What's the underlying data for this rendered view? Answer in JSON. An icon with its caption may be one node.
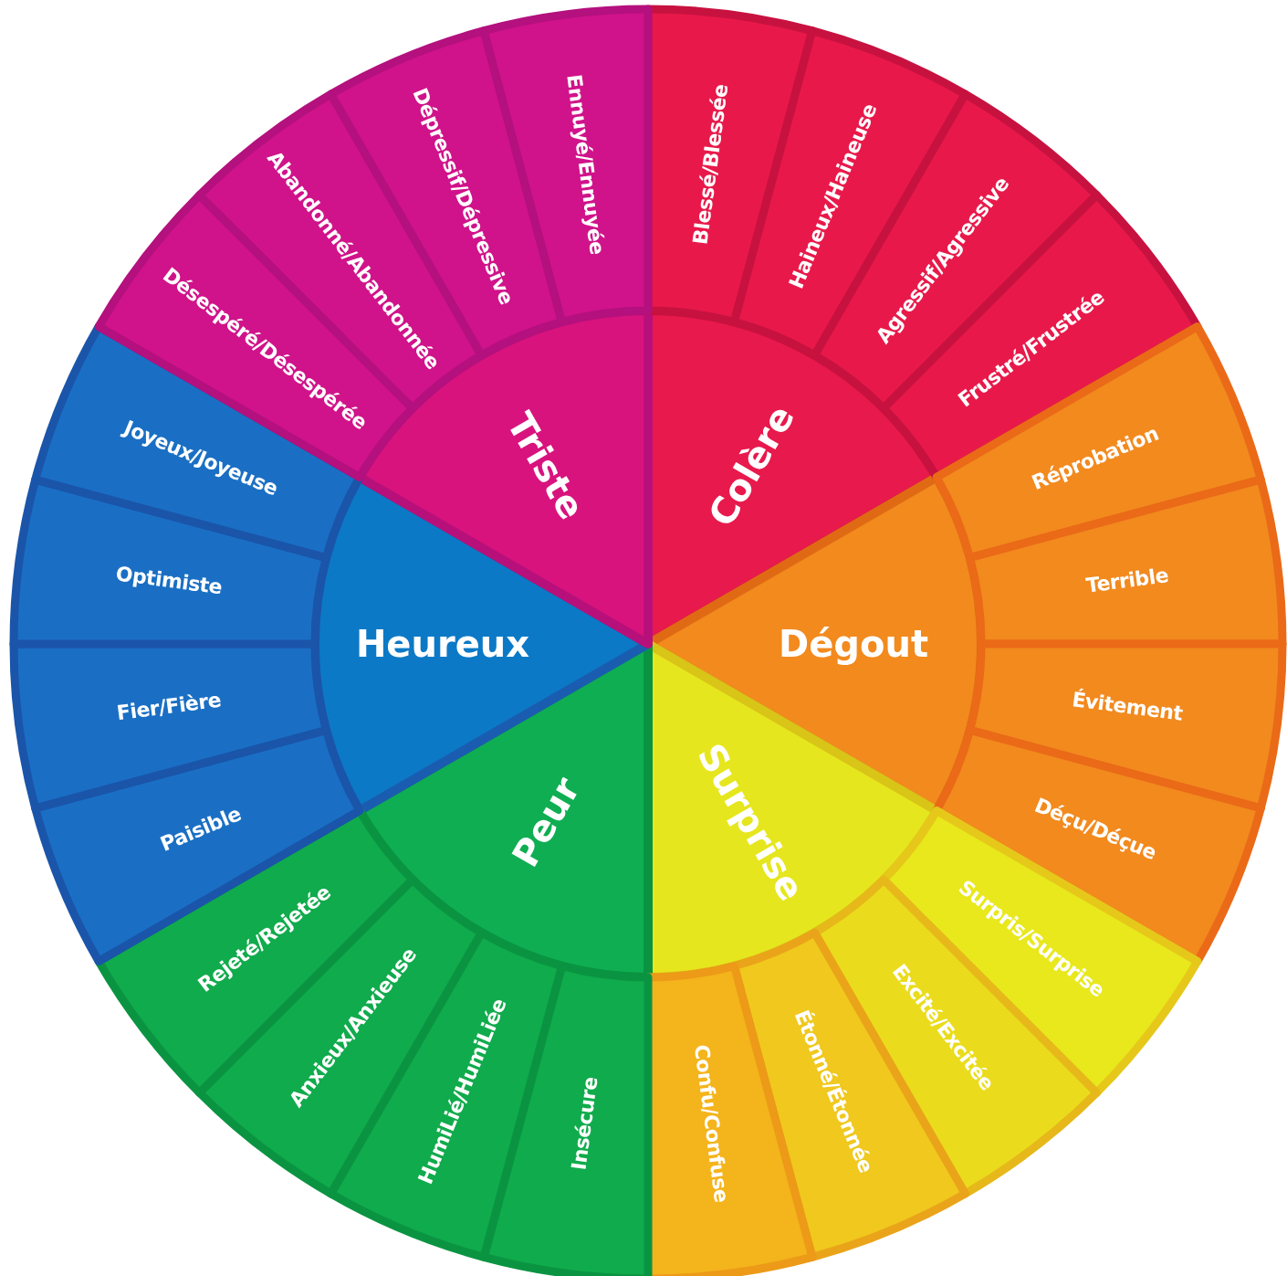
{
  "diagram": {
    "nodes": [
      {
        "text": [
          "Colère"
        ]
      },
      {
        "text": [
          "Dégout"
        ]
      },
      {
        "text": [
          "Surprise"
        ]
      },
      {
        "text": [
          "Peur"
        ]
      },
      {
        "text": [
          "Heureux"
        ]
      },
      {
        "text": [
          "Triste"
        ]
      },
      {
        "text": [
          "Blessé/Blessée"
        ]
      },
      {
        "text": [
          "Haineux/Haineuse"
        ]
      },
      {
        "text": [
          "Agressif/Agressive"
        ]
      },
      {
        "text": [
          "Frustré/Frustrée"
        ]
      },
      {
        "text": [
          "Réprobation"
        ]
      },
      {
        "text": [
          "Terrible"
        ]
      },
      {
        "text": [
          "Évitement"
        ]
      },
      {
        "text": [
          "Déçu/Déçue"
        ]
      },
      {
        "text": [
          "Surpris/Surprise"
        ]
      },
      {
        "text": [
          "Excité/Excitée"
        ]
      },
      {
        "text": [
          "Étonné/Étonnée"
        ]
      },
      {
        "text": [
          "Confu/Confuse"
        ]
      },
      {
        "text": [
          "Insécure"
        ]
      },
      {
        "text": [
          "HumiLié/HumiLiée"
        ]
      },
      {
        "text": [
          "Anxieux/Anxieuse"
        ]
      },
      {
        "text": [
          "Rejeté/Rejetée"
        ]
      },
      {
        "text": [
          "Paisible"
        ]
      },
      {
        "text": [
          "Fier/Fière"
        ]
      },
      {
        "text": [
          "Optimiste"
        ]
      },
      {
        "text": [
          "Joyeux/Joyeuse"
        ]
      },
      {
        "text": [
          "Désespéré/Désespérée"
        ]
      },
      {
        "text": [
          "Abandonné/Abandonnée"
        ]
      },
      {
        "text": [
          "Dépressif/Dépressive"
        ]
      },
      {
        "text": [
          "Ennuyé/Ennuyée"
        ]
      }
    ]
  }
}
